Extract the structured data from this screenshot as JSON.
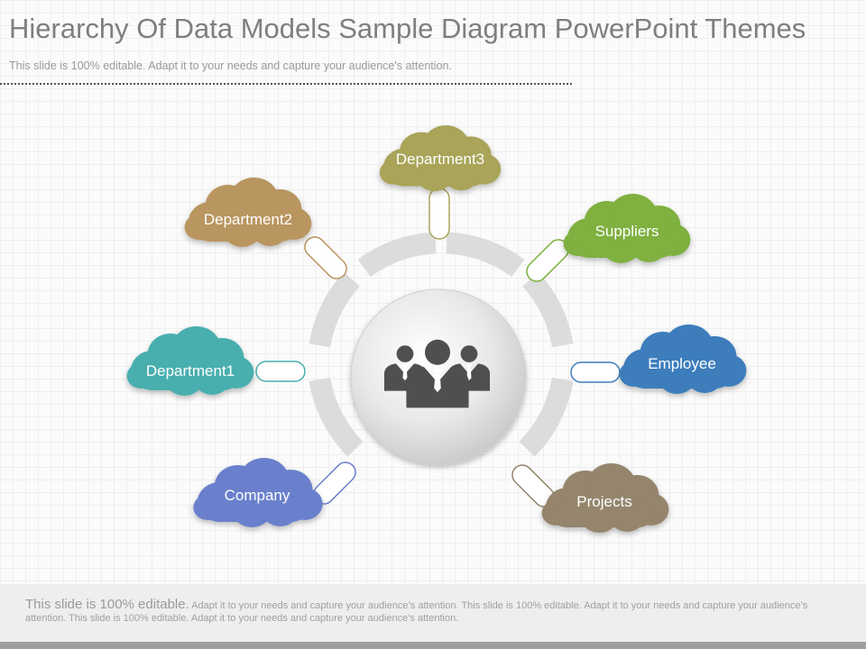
{
  "slide": {
    "title": "Hierarchy Of Data Models Sample Diagram PowerPoint Themes",
    "subtitle": "This slide is 100% editable.  Adapt it to your needs and capture your audience's attention."
  },
  "diagram": {
    "center_icon": "business-people-icon",
    "nodes": [
      {
        "label": "Department3",
        "color": "#a9a459"
      },
      {
        "label": "Suppliers",
        "color": "#7fb040"
      },
      {
        "label": "Employee",
        "color": "#3c7dbc"
      },
      {
        "label": "Projects",
        "color": "#94856c"
      },
      {
        "label": "Company",
        "color": "#6a80cc"
      },
      {
        "label": "Department1",
        "color": "#48aeae"
      },
      {
        "label": "Department2",
        "color": "#b9955f"
      }
    ]
  },
  "footer": {
    "lead": "This slide is 100% editable.",
    "text": "Adapt it to your needs and capture your audience’s attention. This slide is 100% editable. Adapt it to your needs and capture your audience’s attention. This slide is 100% editable. Adapt it to your needs and capture your audience’s attention."
  }
}
